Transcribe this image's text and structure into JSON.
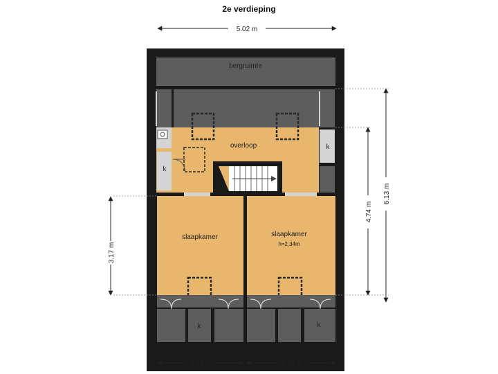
{
  "title": "2e verdieping",
  "dimensions": {
    "top_width": "5.02 m",
    "left_height": "3.17 m",
    "right_inner": "4.74 m",
    "right_outer": "6.13 m",
    "bottom_left": "2.46 m",
    "bottom_right": "2.48 m"
  },
  "rooms": {
    "storage": "bergruimte",
    "landing": "overloop",
    "bedroom_left": "slaapkamer",
    "bedroom_right": "slaapkamer",
    "ceiling_height": "h=2,34m",
    "closet_label": "k"
  },
  "colors": {
    "wall": "#1a1a1a",
    "dark_area": "#5d5d5d",
    "room_floor": "#e8b66d",
    "closet": "#d4d4d4",
    "dimension_line": "#222222"
  }
}
